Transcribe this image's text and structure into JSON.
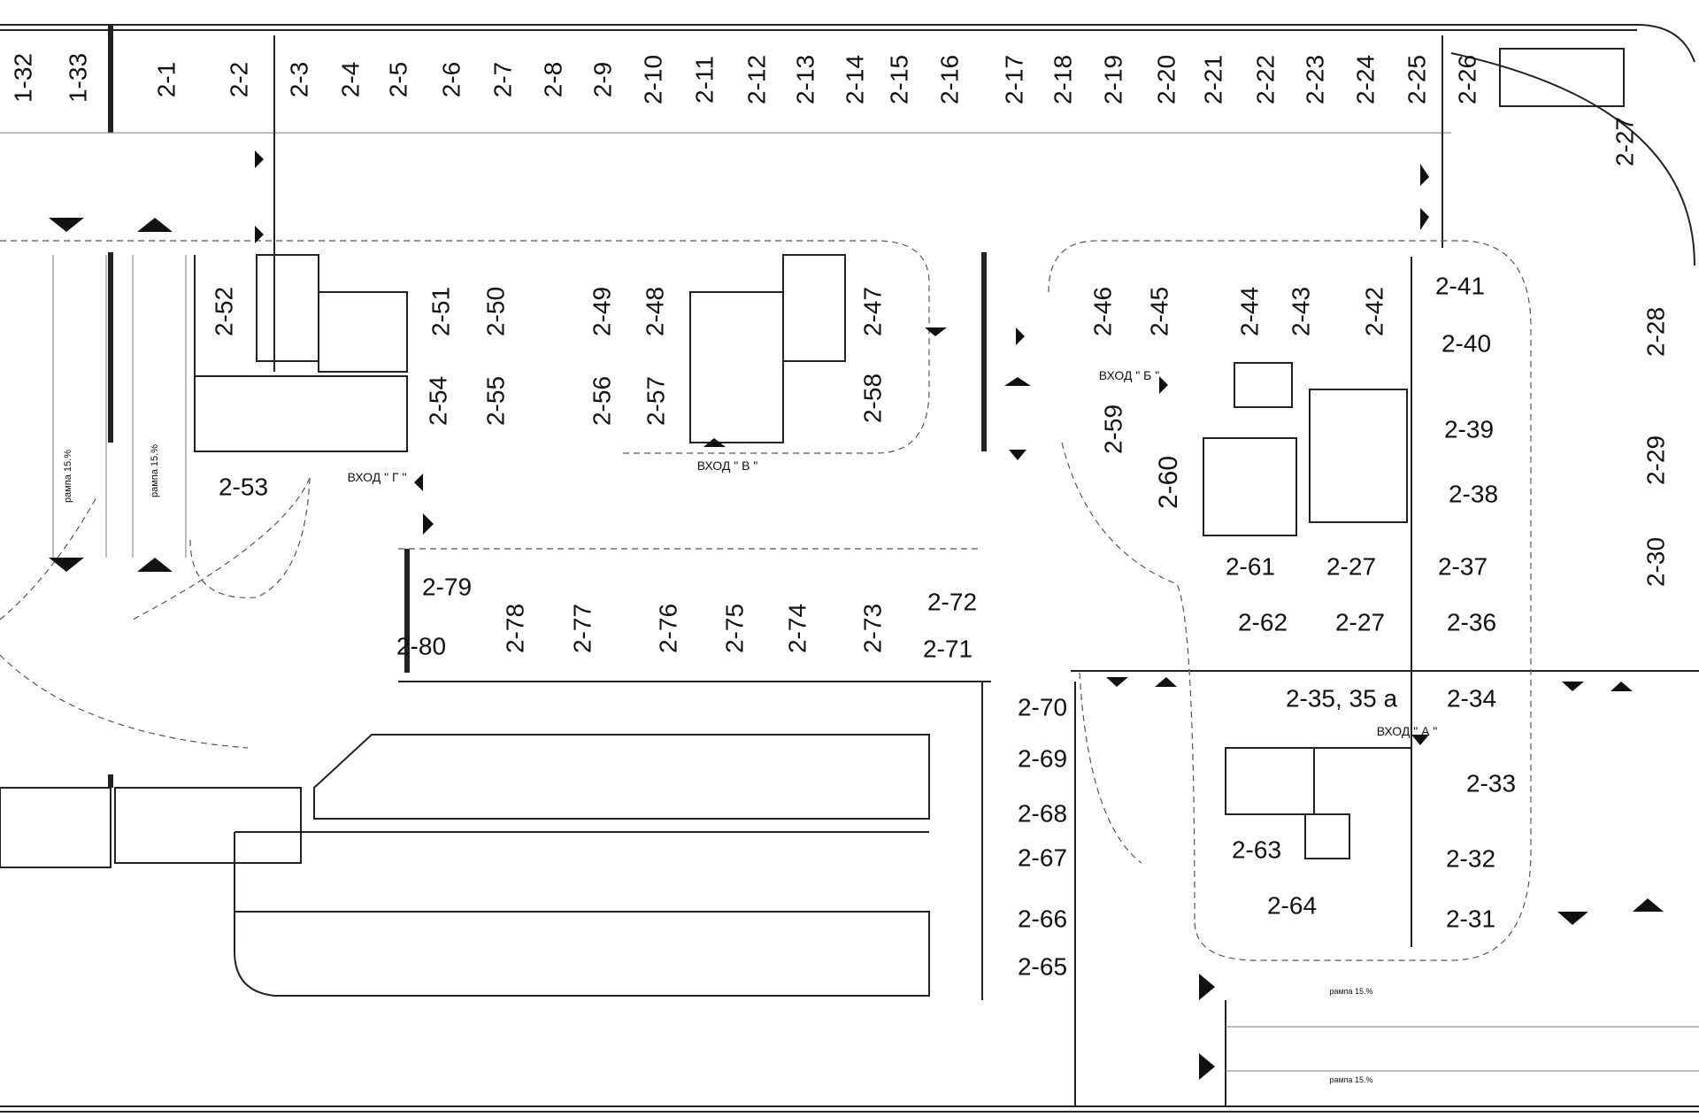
{
  "plan": {
    "parking_spots": [
      "1-32",
      "1-33",
      "2-1",
      "2-2",
      "2-3",
      "2-4",
      "2-5",
      "2-6",
      "2-7",
      "2-8",
      "2-9",
      "2-10",
      "2-11",
      "2-12",
      "2-13",
      "2-14",
      "2-15",
      "2-16",
      "2-17",
      "2-18",
      "2-19",
      "2-20",
      "2-21",
      "2-22",
      "2-23",
      "2-24",
      "2-25",
      "2-26",
      "2-27",
      "2-52",
      "2-51",
      "2-50",
      "2-49",
      "2-48",
      "2-47",
      "2-46",
      "2-45",
      "2-44",
      "2-43",
      "2-42",
      "2-41",
      "2-40",
      "2-28",
      "2-54",
      "2-55",
      "2-56",
      "2-57",
      "2-58",
      "2-59",
      "2-60",
      "2-39",
      "2-38",
      "2-29",
      "2-53",
      "2-61",
      "2-27",
      "2-37",
      "2-30",
      "2-62",
      "2-27",
      "2-36",
      "2-79",
      "2-80",
      "2-78",
      "2-77",
      "2-76",
      "2-75",
      "2-74",
      "2-73",
      "2-72",
      "2-71",
      "2-35, 35 a",
      "2-34",
      "2-70",
      "2-69",
      "2-68",
      "2-67",
      "2-66",
      "2-65",
      "2-33",
      "2-63",
      "2-64",
      "2-32",
      "2-31"
    ],
    "entrances": [
      "ВХОД \" Г \"",
      "ВХОД \" В \"",
      "ВХОД \" Б \"",
      "ВХОД \" А \""
    ],
    "ramps": [
      "рампа 15.%",
      "рампа 15.%",
      "рампа 15.%",
      "рампа 15.%"
    ]
  }
}
